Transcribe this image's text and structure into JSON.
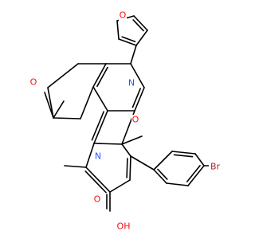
{
  "atom_labels": {
    "furan_o": "O",
    "pyran_o": "O",
    "n_upper": "N",
    "furo_o": "O",
    "n_lower": "N",
    "br": "Br",
    "acid_o": "O",
    "acid_oh": "OH"
  },
  "colors": {
    "O": "#ff0d0d",
    "N": "#3050f8",
    "Br": "#a62929",
    "bond": "#000000"
  }
}
